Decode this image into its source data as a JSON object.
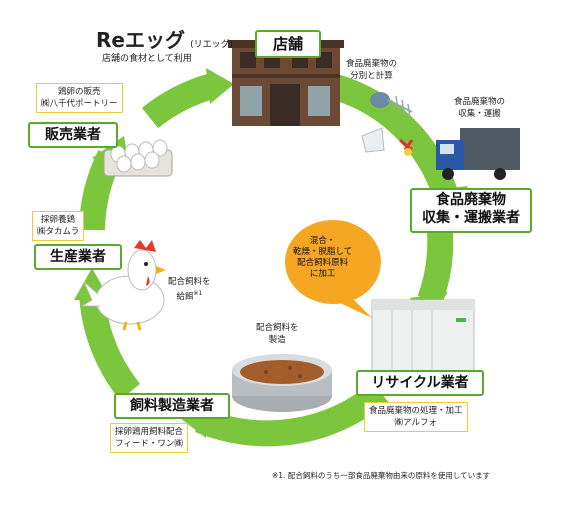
{
  "header": {
    "brand": "Reエッグ",
    "brand_reading": "(リエッグ)",
    "brand_sub": "店舗の食材として利用"
  },
  "nodes": {
    "store": "店舗",
    "sales": "販売業者",
    "producer": "生産業者",
    "feed_maker": "飼料製造業者",
    "recycler": "リサイクル業者",
    "collector_line1": "食品廃棄物",
    "collector_line2": "収集・運搬業者"
  },
  "companies": {
    "sales_line1": "鶏卵の販売",
    "sales_line2": "㈱八千代ポートリー",
    "producer_line1": "採卵養鶏",
    "producer_line2": "㈱タカムラ",
    "feed_line1": "採卵鶏用飼料配合",
    "feed_line2": "フィード・ワン㈱",
    "recycler_line1": "食品廃棄物の処理・加工",
    "recycler_line2": "㈱アルフォ"
  },
  "notes": {
    "sort_line1": "食品廃棄物の",
    "sort_line2": "分別と計算",
    "transport_line1": "食品廃棄物の",
    "transport_line2": "収集・運搬",
    "feeding_line1": "配合飼料を",
    "feeding_line2": "給餌",
    "feeding_mark": "※1",
    "manufacture_line1": "配合飼料を",
    "manufacture_line2": "製造"
  },
  "bubble": {
    "line1": "混合・",
    "line2": "乾燥・脱脂して",
    "line3": "配合飼料原料",
    "line4": "に加工"
  },
  "footnote": "※1. 配合飼料のうち一部食品廃棄物由来の原料を使用しています",
  "colors": {
    "arrow": "#7cc63e",
    "arrow_dark": "#5aa830",
    "box_border": "#5aa830",
    "company_border": "#e8cf35",
    "bubble": "#f5a623"
  }
}
